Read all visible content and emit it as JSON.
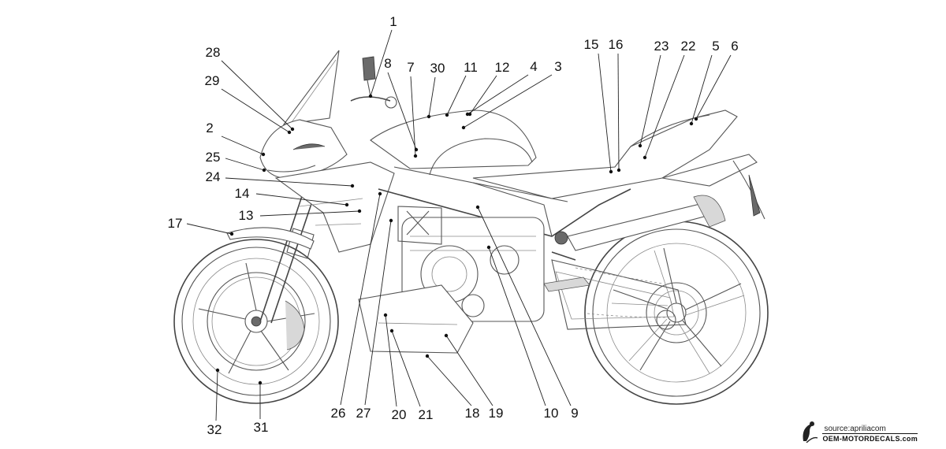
{
  "callouts": [
    {
      "n": "1"
    },
    {
      "n": "2"
    },
    {
      "n": "3"
    },
    {
      "n": "4"
    },
    {
      "n": "5"
    },
    {
      "n": "6"
    },
    {
      "n": "7"
    },
    {
      "n": "8"
    },
    {
      "n": "9"
    },
    {
      "n": "10"
    },
    {
      "n": "11"
    },
    {
      "n": "12"
    },
    {
      "n": "13"
    },
    {
      "n": "14"
    },
    {
      "n": "15"
    },
    {
      "n": "16"
    },
    {
      "n": "17"
    },
    {
      "n": "18"
    },
    {
      "n": "19"
    },
    {
      "n": "20"
    },
    {
      "n": "21"
    },
    {
      "n": "22"
    },
    {
      "n": "23"
    },
    {
      "n": "24"
    },
    {
      "n": "25"
    },
    {
      "n": "26"
    },
    {
      "n": "27"
    },
    {
      "n": "28"
    },
    {
      "n": "29"
    },
    {
      "n": "30"
    },
    {
      "n": "31"
    },
    {
      "n": "32"
    }
  ],
  "watermark": {
    "source": "source:apriliacom",
    "brand": "OEM-MOTORDECALS.com"
  },
  "colors": {
    "line": "#555555",
    "label": "#111111",
    "background": "#ffffff"
  }
}
